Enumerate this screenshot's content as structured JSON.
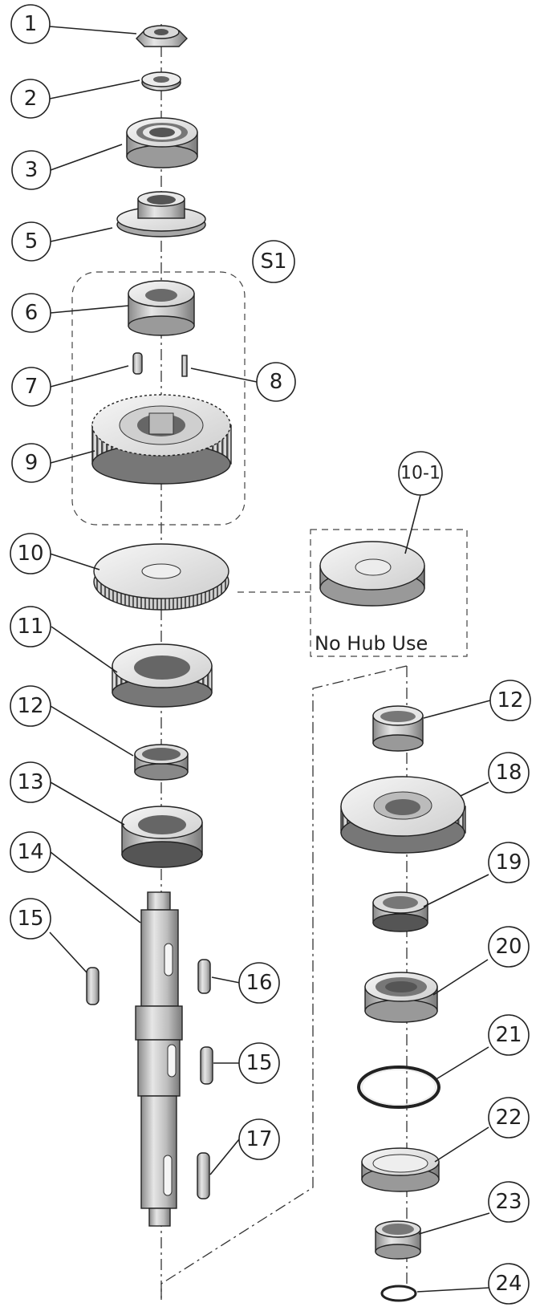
{
  "callouts": [
    {
      "id": "c1",
      "label": "1"
    },
    {
      "id": "c2",
      "label": "2"
    },
    {
      "id": "c3",
      "label": "3"
    },
    {
      "id": "c5",
      "label": "5"
    },
    {
      "id": "cS1",
      "label": "S1"
    },
    {
      "id": "c6",
      "label": "6"
    },
    {
      "id": "c7",
      "label": "7"
    },
    {
      "id": "c8",
      "label": "8"
    },
    {
      "id": "c9",
      "label": "9"
    },
    {
      "id": "c10",
      "label": "10"
    },
    {
      "id": "c10-1",
      "label": "10-1"
    },
    {
      "id": "c11",
      "label": "11"
    },
    {
      "id": "c12a",
      "label": "12"
    },
    {
      "id": "c12b",
      "label": "12"
    },
    {
      "id": "c13",
      "label": "13"
    },
    {
      "id": "c14",
      "label": "14"
    },
    {
      "id": "c15a",
      "label": "15"
    },
    {
      "id": "c15b",
      "label": "15"
    },
    {
      "id": "c16",
      "label": "16"
    },
    {
      "id": "c17",
      "label": "17"
    },
    {
      "id": "c18",
      "label": "18"
    },
    {
      "id": "c19",
      "label": "19"
    },
    {
      "id": "c20",
      "label": "20"
    },
    {
      "id": "c21",
      "label": "21"
    },
    {
      "id": "c22",
      "label": "22"
    },
    {
      "id": "c23",
      "label": "23"
    },
    {
      "id": "c24",
      "label": "24"
    }
  ],
  "inset": {
    "caption": "No Hub Use"
  }
}
